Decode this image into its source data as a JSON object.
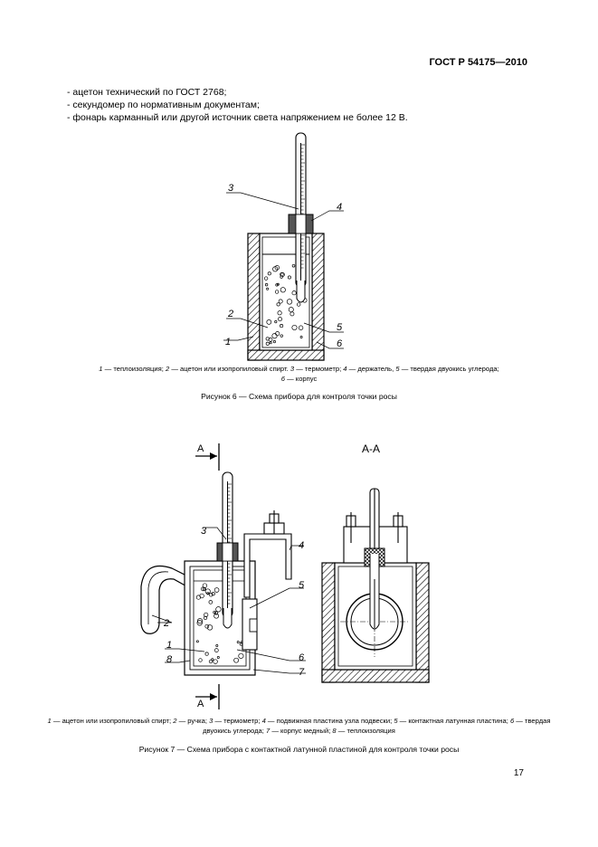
{
  "header": {
    "standard": "ГОСТ Р 54175—2010"
  },
  "materials": [
    "- ацетон технический по ГОСТ 2768;",
    "- секундомер по нормативным документам;",
    "- фонарь карманный или другой источник света напряжением не более 12 В."
  ],
  "figure6": {
    "labels": {
      "l1": "1",
      "l2": "2",
      "l3": "3",
      "l4": "4",
      "l5": "5",
      "l6": "6"
    },
    "legend_parts": [
      {
        "num": "1",
        "text": " — теплоизоляция; "
      },
      {
        "num": "2",
        "text": " — ацетон или изопропиловый спирт. "
      },
      {
        "num": "3",
        "text": " — термометр; "
      },
      {
        "num": "4",
        "text": " — держатель, "
      },
      {
        "num": "5",
        "text": " — твердая двуокись углерода;"
      },
      {
        "num": "6",
        "text": " — корпус"
      }
    ],
    "caption": "Рисунок 6 — Схема прибора для контроля точки росы"
  },
  "figure7": {
    "section_mark": "А",
    "section_title": "А-А",
    "labels": {
      "l1": "1",
      "l2": "2",
      "l3": "3",
      "l4": "4",
      "l5": "5",
      "l6": "6",
      "l7": "7",
      "l8": "8"
    },
    "legend_parts": [
      {
        "num": "1",
        "text": " — ацетон или изопропиловый спирт; "
      },
      {
        "num": "2",
        "text": " — ручка; "
      },
      {
        "num": "3",
        "text": " — термометр; "
      },
      {
        "num": "4",
        "text": " — подвижная пластина узла подвески; "
      },
      {
        "num": "5",
        "text": " — контактная латунная пластина; "
      },
      {
        "num": "6",
        "text": " — твердая двуокись углерода; "
      },
      {
        "num": "7",
        "text": " — корпус медный; "
      },
      {
        "num": "8",
        "text": " — теплоизоляция"
      }
    ],
    "caption": "Рисунок  7 — Схема прибора с контактной латунной пластиной для контроля точки росы"
  },
  "footer": {
    "page_number": "17"
  }
}
